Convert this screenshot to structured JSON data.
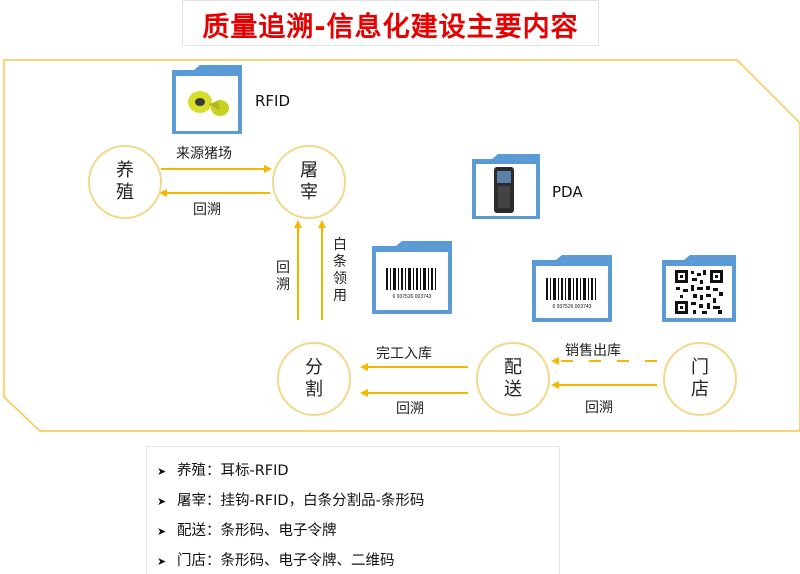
{
  "title": "质量追溯-信息化建设主要内容",
  "nodes": {
    "yangzhi": "养殖",
    "tuzai": "屠宰",
    "fenge": "分割",
    "peisong": "配送",
    "mendian": "门店"
  },
  "edges": {
    "laiyuan": "来源猪场",
    "huisu1": "回溯",
    "huisu2": "回溯",
    "baitiao": "白条领用",
    "wangong": "完工入库",
    "huisu3": "回溯",
    "xiaoshou": "销售出库",
    "huisu4": "回溯"
  },
  "devices": {
    "rfid": "RFID",
    "pda": "PDA",
    "barcode_text": "6 937526 003743"
  },
  "bullets": [
    "养殖：耳标-RFID",
    "屠宰：挂钩-RFID，白条分割品-条形码",
    "配送：条形码、电子令牌",
    "门店：条形码、电子令牌、二维码"
  ],
  "colors": {
    "title": "#e60000",
    "frame": "#f6c945",
    "arrow": "#f5b800",
    "node_border": "#f3d88a",
    "folder": "#5b9bd5"
  },
  "icons": [
    "rfid-ear-tag-icon",
    "pda-device-icon",
    "barcode-icon",
    "qr-code-icon",
    "bullet-arrow-icon"
  ]
}
